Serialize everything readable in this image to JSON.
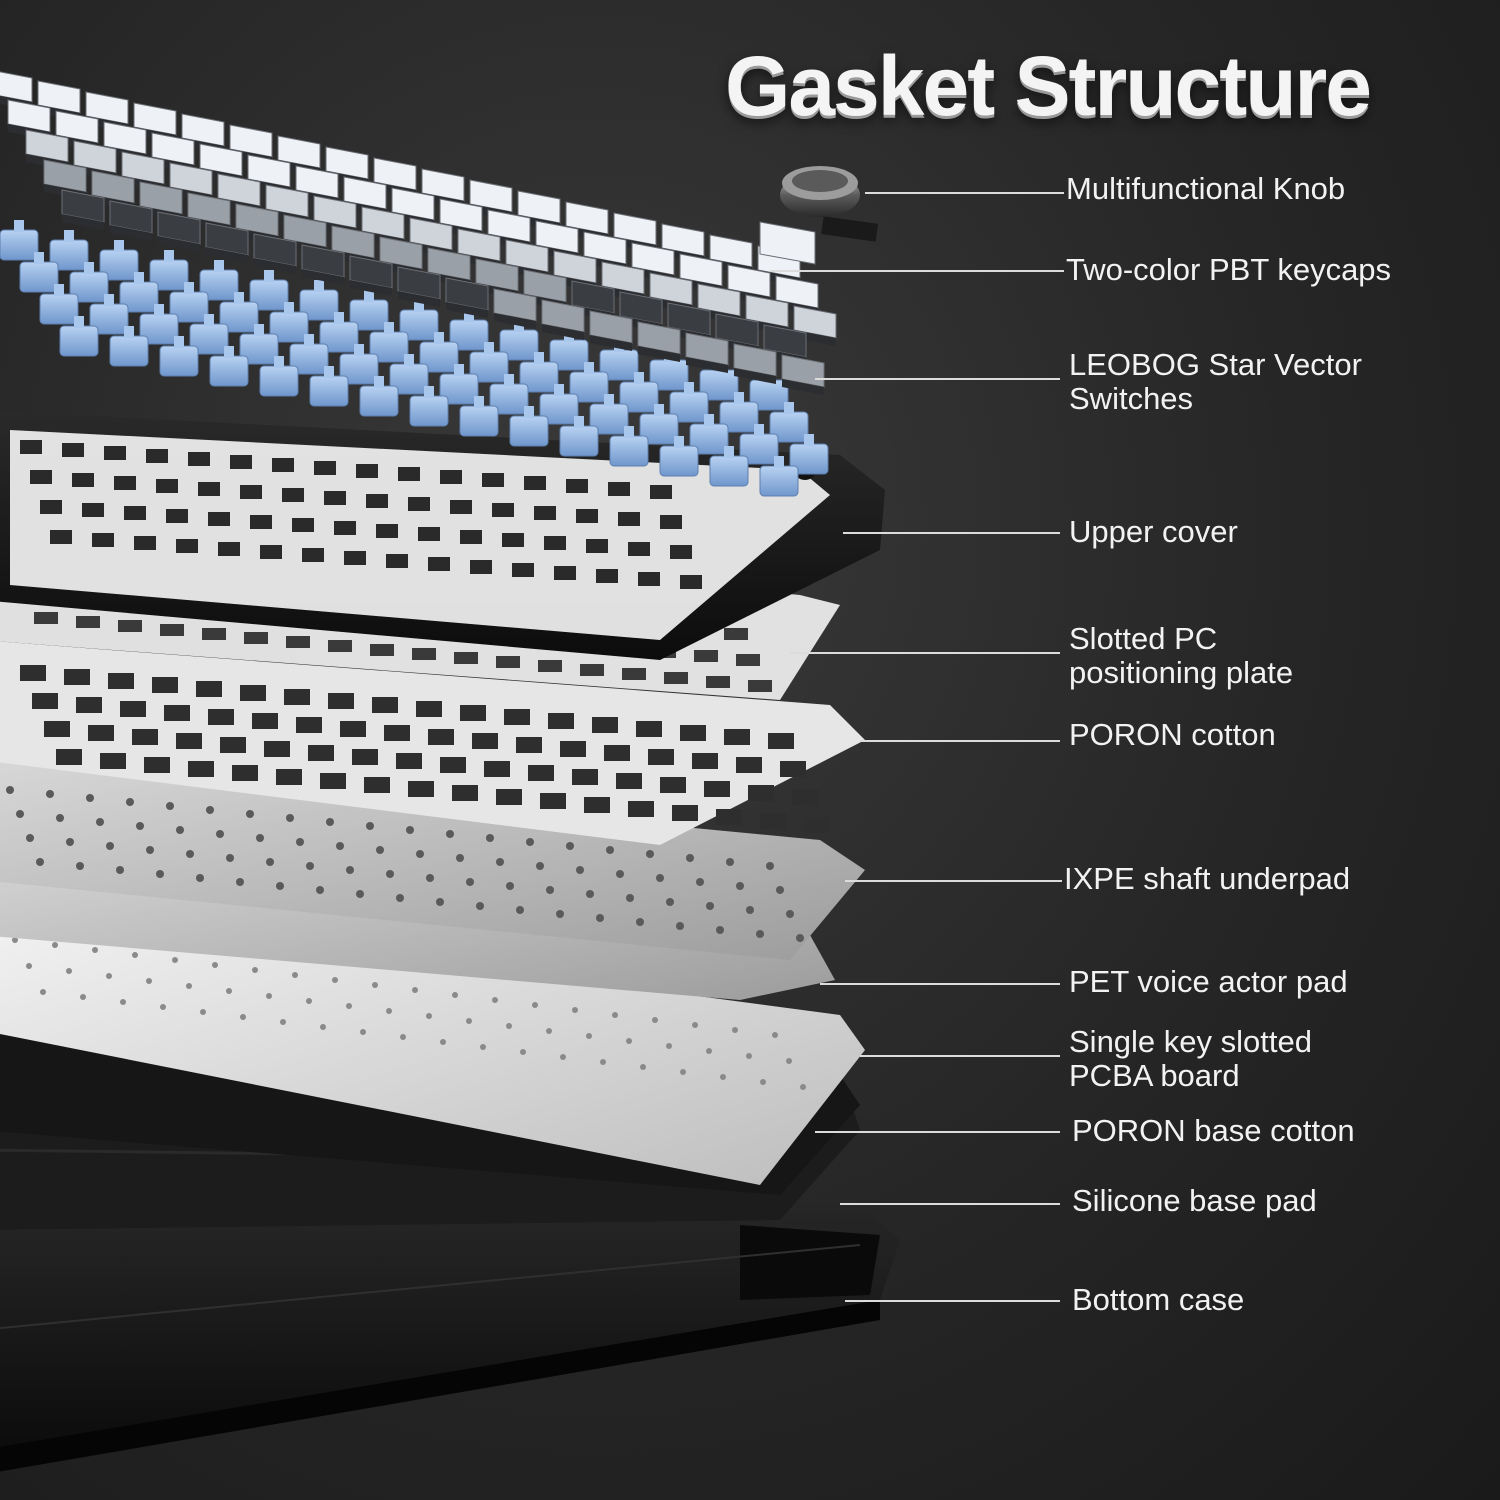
{
  "title": "Gasket Structure",
  "layers": [
    {
      "id": "knob",
      "lines": [
        "Multifunctional Knob"
      ]
    },
    {
      "id": "keycaps",
      "lines": [
        "Two-color PBT keycaps"
      ]
    },
    {
      "id": "switches",
      "lines": [
        "LEOBOG Star Vector",
        "Switches"
      ]
    },
    {
      "id": "upper-cover",
      "lines": [
        "Upper cover"
      ]
    },
    {
      "id": "pc-plate",
      "lines": [
        "Slotted PC",
        "positioning plate"
      ]
    },
    {
      "id": "poron-cotton",
      "lines": [
        "PORON cotton"
      ]
    },
    {
      "id": "ixpe",
      "lines": [
        "IXPE shaft underpad"
      ]
    },
    {
      "id": "pet-pad",
      "lines": [
        "PET voice actor pad"
      ]
    },
    {
      "id": "pcba",
      "lines": [
        "Single key slotted",
        "PCBA board"
      ]
    },
    {
      "id": "poron-base",
      "lines": [
        "PORON base cotton"
      ]
    },
    {
      "id": "silicone-pad",
      "lines": [
        "Silicone base pad"
      ]
    },
    {
      "id": "bottom-case",
      "lines": [
        "Bottom case"
      ]
    }
  ],
  "colors": {
    "background": "#262626",
    "keycap_light": "#eef1f5",
    "keycap_gray": "#9aa0a8",
    "keycap_dark": "#3a3d42",
    "switch_blue": "#8fb4e6",
    "case_black": "#141414",
    "plate_white": "#e9e9e9",
    "label_text": "#f2f2f2"
  }
}
